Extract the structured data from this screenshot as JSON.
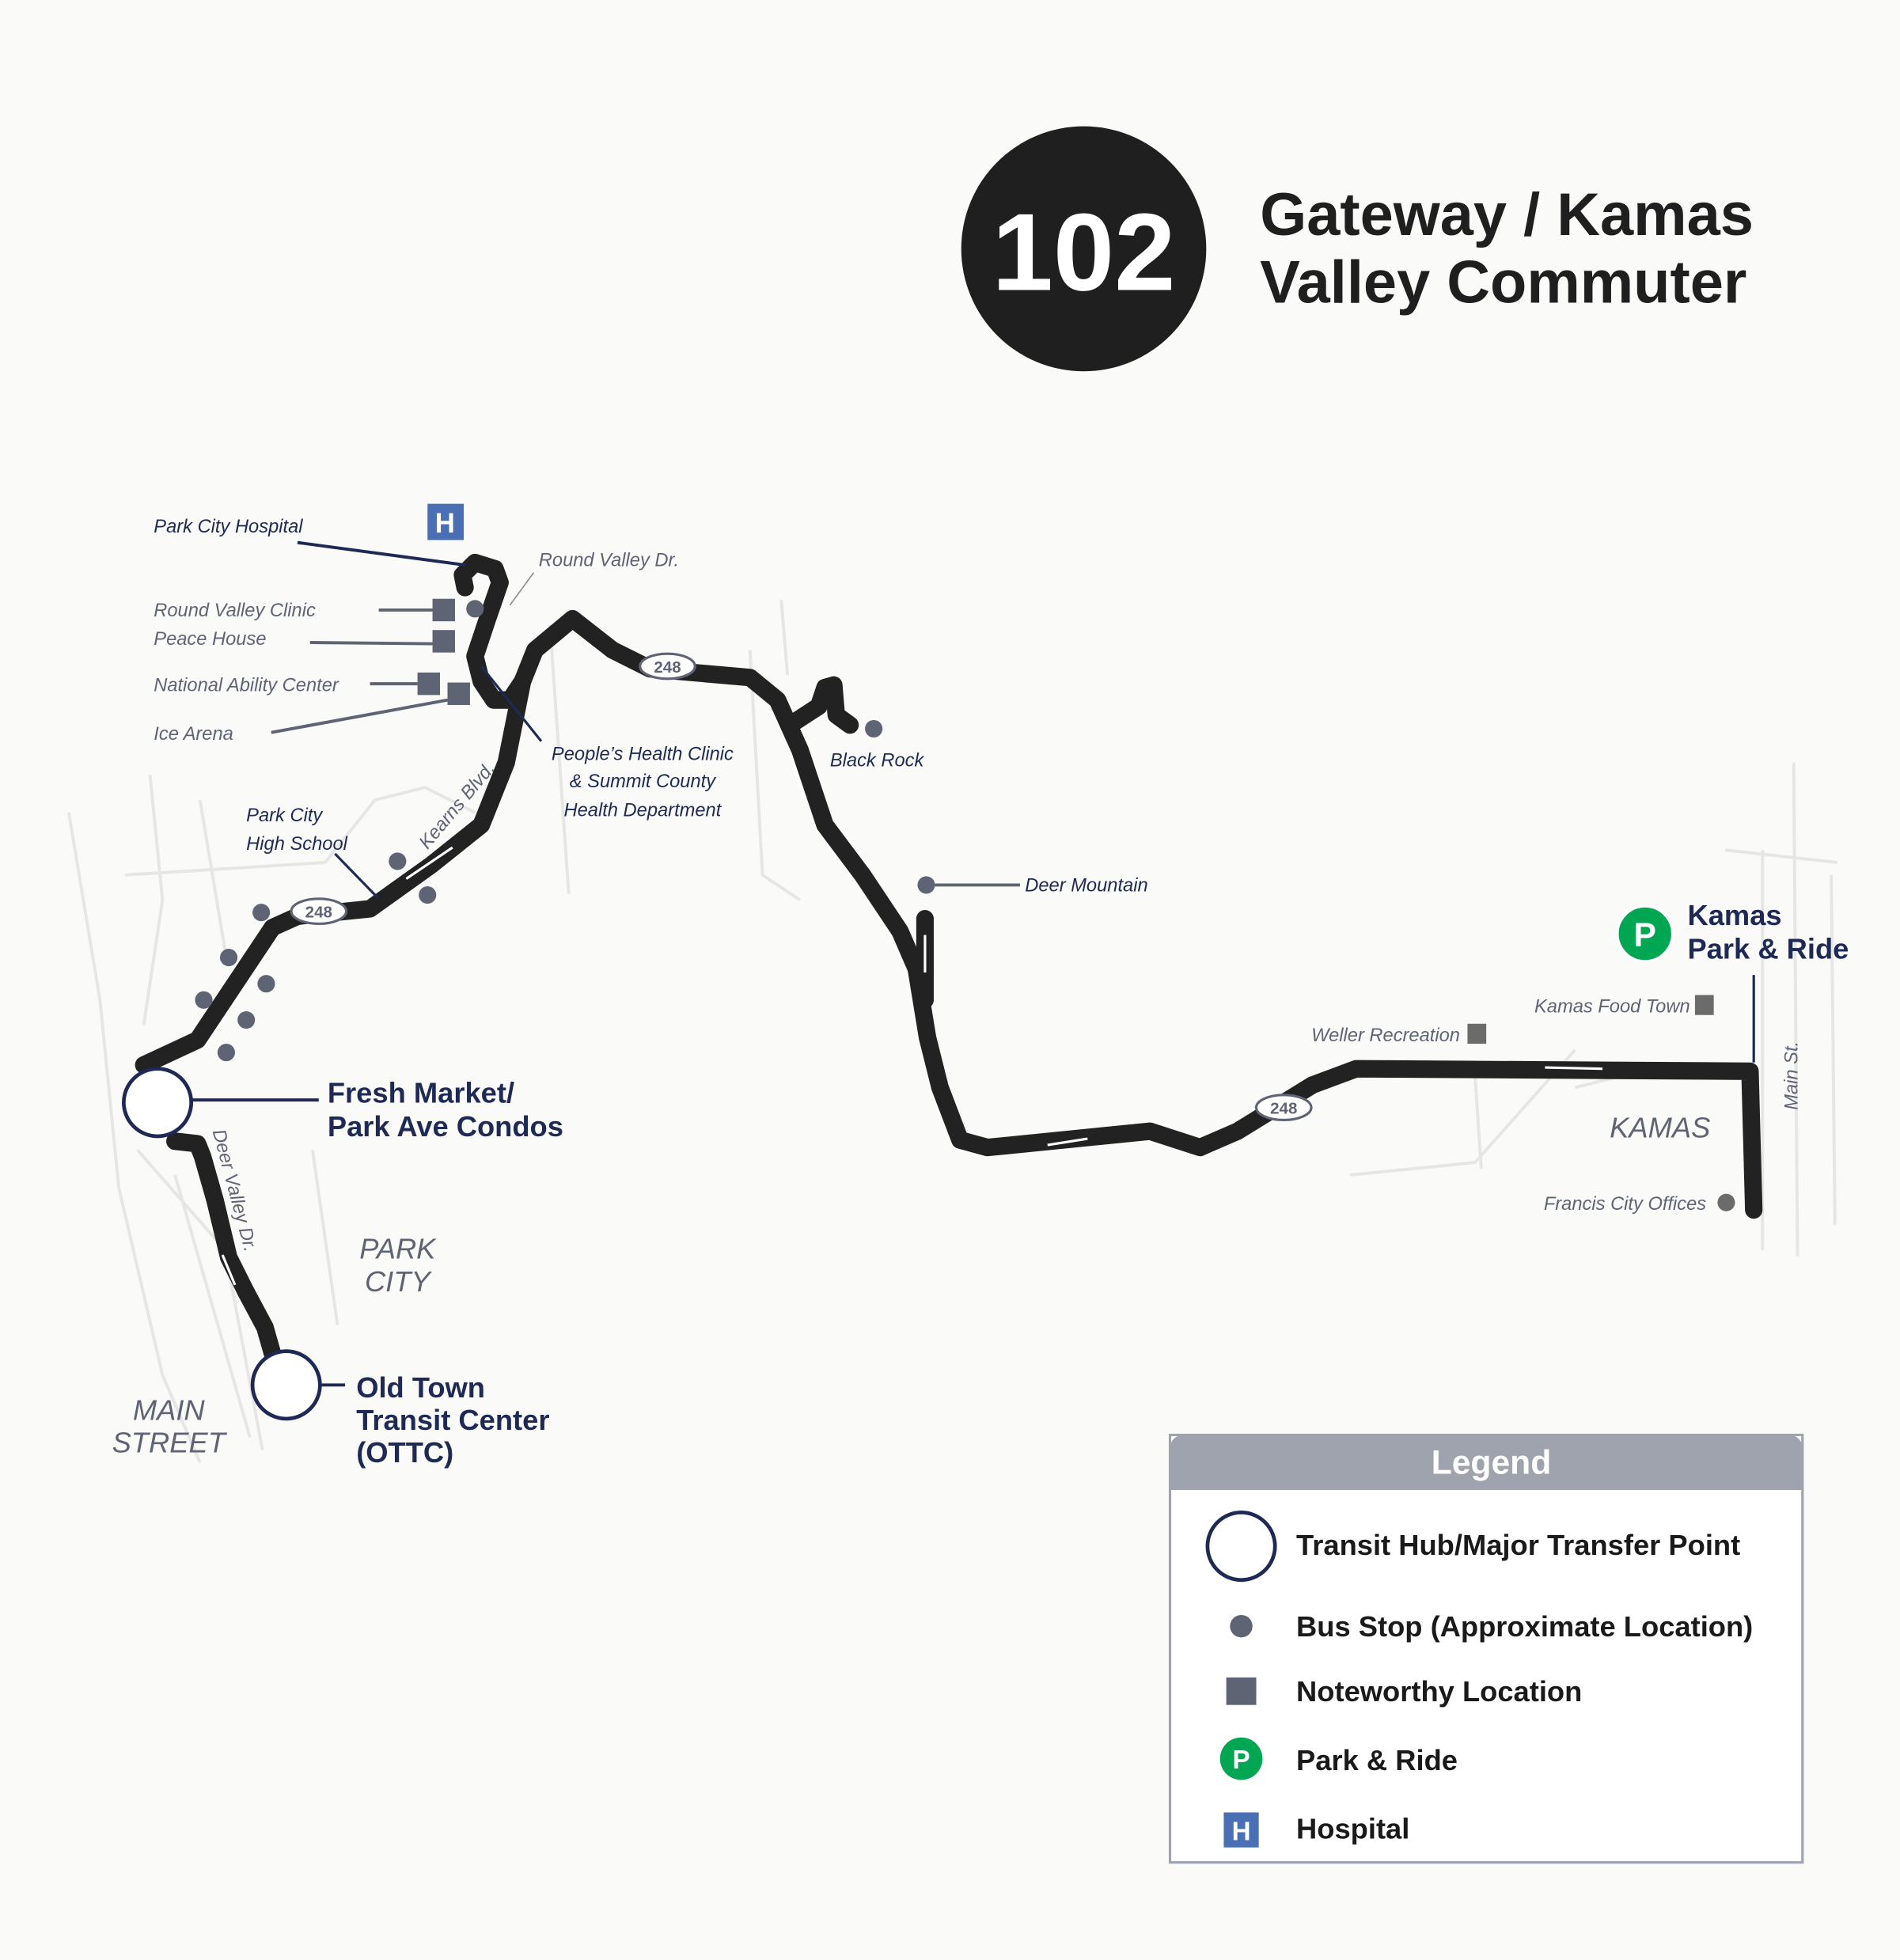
{
  "header": {
    "route_number": "102",
    "title_line1": "Gateway / Kamas",
    "title_line2": "Valley Commuter"
  },
  "hubs": [
    {
      "name_lines": [
        "Fresh Market/",
        "Park Ave Condos"
      ]
    },
    {
      "name_lines": [
        "Old Town",
        "Transit Center",
        "(OTTC)"
      ]
    }
  ],
  "park_and_ride": {
    "icon": "P",
    "name_lines": [
      "Kamas",
      "Park & Ride"
    ]
  },
  "hospital": {
    "icon": "H",
    "name": "Park City Hospital"
  },
  "locations": {
    "round_valley_clinic": "Round Valley Clinic",
    "peace_house": "Peace House",
    "national_ability_center": "National Ability Center",
    "ice_arena": "Ice Arena",
    "peoples_health": [
      "People’s Health Clinic",
      "& Summit County",
      "Health Department"
    ],
    "high_school": [
      "Park City",
      "High School"
    ],
    "black_rock": "Black Rock",
    "deer_mountain": "Deer Mountain",
    "weller": "Weller Recreation",
    "kamas_food": "Kamas Food Town",
    "francis": "Francis City Offices"
  },
  "streets": {
    "round_valley": "Round Valley Dr.",
    "kearns": "Kearns Blvd.",
    "deer_valley": "Deer Valley Dr.",
    "main_st": "Main St."
  },
  "highway_shield": "248",
  "towns": {
    "park_city": [
      "PARK",
      "CITY"
    ],
    "main_street": [
      "MAIN",
      "STREET"
    ],
    "kamas": "KAMAS"
  },
  "legend": {
    "title": "Legend",
    "items": [
      {
        "icon": "transit-hub",
        "label": "Transit Hub/Major Transfer Point"
      },
      {
        "icon": "bus-stop",
        "label": "Bus Stop (Approximate Location)"
      },
      {
        "icon": "noteworthy",
        "label": "Noteworthy Location"
      },
      {
        "icon": "park-ride",
        "label": "Park & Ride"
      },
      {
        "icon": "hospital",
        "label": "Hospital"
      }
    ]
  },
  "colors": {
    "route": "#222222",
    "navy": "#1e2a55",
    "stop": "#5f6475",
    "park_ride": "#00a651",
    "hospital": "#4a6fb5",
    "legend_header": "#9ea3ad"
  }
}
